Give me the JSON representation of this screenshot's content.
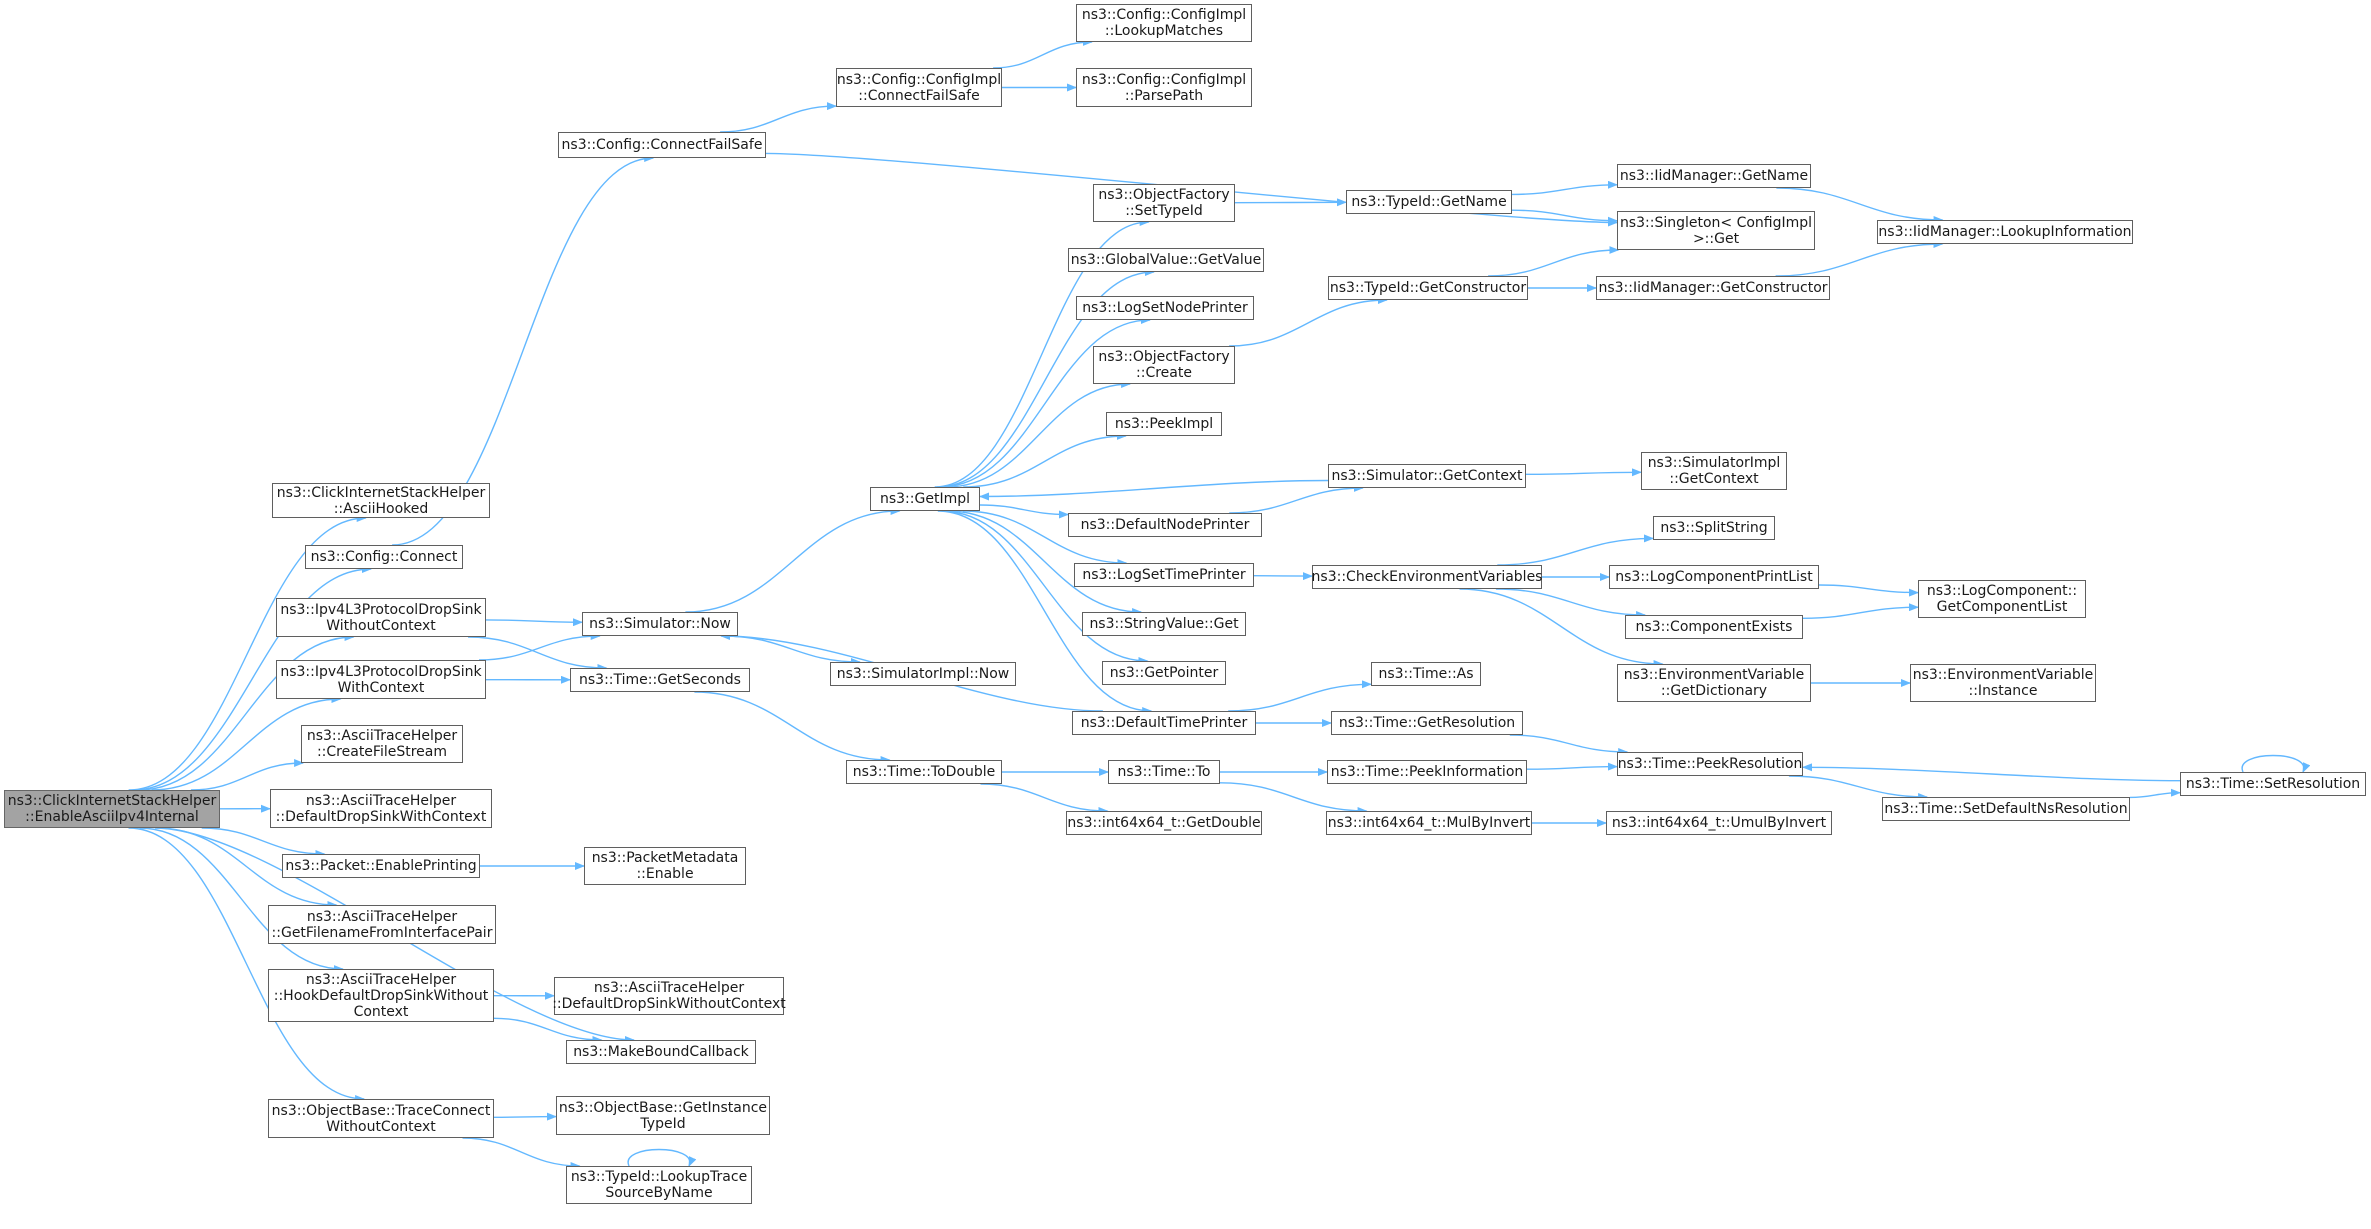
{
  "colors": {
    "edge": "#63b8ff",
    "node_border": "#5f5f5f",
    "root_fill": "#a3a3a3",
    "background": "#ffffff"
  },
  "nodes": {
    "root": {
      "lines": [
        "ns3::ClickInternetStackHelper",
        "::EnableAsciiIpv4Internal"
      ]
    },
    "asciiHooked": {
      "lines": [
        "ns3::ClickInternetStackHelper",
        "::AsciiHooked"
      ]
    },
    "configConnect": {
      "lines": [
        "ns3::Config::Connect"
      ]
    },
    "ipv4DropWithout": {
      "lines": [
        "ns3::Ipv4L3ProtocolDropSink",
        "WithoutContext"
      ]
    },
    "ipv4DropWith": {
      "lines": [
        "ns3::Ipv4L3ProtocolDropSink",
        "WithContext"
      ]
    },
    "createFileStream": {
      "lines": [
        "ns3::AsciiTraceHelper",
        "::CreateFileStream"
      ]
    },
    "defaultDropWith": {
      "lines": [
        "ns3::AsciiTraceHelper",
        "::DefaultDropSinkWithContext"
      ]
    },
    "enablePrinting": {
      "lines": [
        "ns3::Packet::EnablePrinting"
      ]
    },
    "getFilename": {
      "lines": [
        "ns3::AsciiTraceHelper",
        "::GetFilenameFromInterfacePair"
      ]
    },
    "hookDefault": {
      "lines": [
        "ns3::AsciiTraceHelper",
        "::HookDefaultDropSinkWithout",
        "Context"
      ]
    },
    "traceConnect": {
      "lines": [
        "ns3::ObjectBase::TraceConnect",
        "WithoutContext"
      ]
    },
    "connectFailSafe": {
      "lines": [
        "ns3::Config::ConnectFailSafe"
      ]
    },
    "simNow": {
      "lines": [
        "ns3::Simulator::Now"
      ]
    },
    "getSeconds": {
      "lines": [
        "ns3::Time::GetSeconds"
      ]
    },
    "metadataEnable": {
      "lines": [
        "ns3::PacketMetadata",
        "::Enable"
      ]
    },
    "defaultDropWithout": {
      "lines": [
        "ns3::AsciiTraceHelper",
        "::DefaultDropSinkWithoutContext"
      ]
    },
    "makeBound": {
      "lines": [
        "ns3::MakeBoundCallback"
      ]
    },
    "getInstanceTypeId": {
      "lines": [
        "ns3::ObjectBase::GetInstance",
        "TypeId"
      ]
    },
    "lookupTrace": {
      "lines": [
        "ns3::TypeId::LookupTrace",
        "SourceByName"
      ]
    },
    "implConnectFailSafe": {
      "lines": [
        "ns3::Config::ConfigImpl",
        "::ConnectFailSafe"
      ]
    },
    "getImpl": {
      "lines": [
        "ns3::GetImpl"
      ]
    },
    "simImplNow": {
      "lines": [
        "ns3::SimulatorImpl::Now"
      ]
    },
    "toDouble": {
      "lines": [
        "ns3::Time::ToDouble"
      ]
    },
    "lookupMatches": {
      "lines": [
        "ns3::Config::ConfigImpl",
        "::LookupMatches"
      ]
    },
    "parsePath": {
      "lines": [
        "ns3::Config::ConfigImpl",
        "::ParsePath"
      ]
    },
    "setTypeId": {
      "lines": [
        "ns3::ObjectFactory",
        "::SetTypeId"
      ]
    },
    "globalGetValue": {
      "lines": [
        "ns3::GlobalValue::GetValue"
      ]
    },
    "logSetNodePrinter": {
      "lines": [
        "ns3::LogSetNodePrinter"
      ]
    },
    "ofCreate": {
      "lines": [
        "ns3::ObjectFactory",
        "::Create"
      ]
    },
    "peekImpl": {
      "lines": [
        "ns3::PeekImpl"
      ]
    },
    "defaultNodePrinter": {
      "lines": [
        "ns3::DefaultNodePrinter"
      ]
    },
    "logSetTimePrinter": {
      "lines": [
        "ns3::LogSetTimePrinter"
      ]
    },
    "stringValueGet": {
      "lines": [
        "ns3::StringValue::Get"
      ]
    },
    "getPointer": {
      "lines": [
        "ns3::GetPointer"
      ]
    },
    "defaultTimePrinter": {
      "lines": [
        "ns3::DefaultTimePrinter"
      ]
    },
    "timeTo": {
      "lines": [
        "ns3::Time::To"
      ]
    },
    "getDouble": {
      "lines": [
        "ns3::int64x64_t::GetDouble"
      ]
    },
    "typeIdGetName": {
      "lines": [
        "ns3::TypeId::GetName"
      ]
    },
    "typeIdGetConstructor": {
      "lines": [
        "ns3::TypeId::GetConstructor"
      ]
    },
    "simGetContext": {
      "lines": [
        "ns3::Simulator::GetContext"
      ]
    },
    "checkEnv": {
      "lines": [
        "ns3::CheckEnvironmentVariables"
      ]
    },
    "timeAs": {
      "lines": [
        "ns3::Time::As"
      ]
    },
    "getResolution": {
      "lines": [
        "ns3::Time::GetResolution"
      ]
    },
    "peekInformation": {
      "lines": [
        "ns3::Time::PeekInformation"
      ]
    },
    "mulByInvert": {
      "lines": [
        "ns3::int64x64_t::MulByInvert"
      ]
    },
    "iidGetName": {
      "lines": [
        "ns3::IidManager::GetName"
      ]
    },
    "singletonGet": {
      "lines": [
        "ns3::Singleton< ConfigImpl",
        " >::Get"
      ]
    },
    "iidGetConstructor": {
      "lines": [
        "ns3::IidManager::GetConstructor"
      ]
    },
    "simImplGetContext": {
      "lines": [
        "ns3::SimulatorImpl",
        "::GetContext"
      ]
    },
    "splitString": {
      "lines": [
        "ns3::SplitString"
      ]
    },
    "logComponentPrintList": {
      "lines": [
        "ns3::LogComponentPrintList"
      ]
    },
    "componentExists": {
      "lines": [
        "ns3::ComponentExists"
      ]
    },
    "envGetDictionary": {
      "lines": [
        "ns3::EnvironmentVariable",
        "::GetDictionary"
      ]
    },
    "peekResolution": {
      "lines": [
        "ns3::Time::PeekResolution"
      ]
    },
    "umulByInvert": {
      "lines": [
        "ns3::int64x64_t::UmulByInvert"
      ]
    },
    "lookupInformation": {
      "lines": [
        "ns3::IidManager::LookupInformation"
      ]
    },
    "getComponentList": {
      "lines": [
        "ns3::LogComponent::",
        "GetComponentList"
      ]
    },
    "envInstance": {
      "lines": [
        "ns3::EnvironmentVariable",
        "::Instance"
      ]
    },
    "setDefaultNsResolution": {
      "lines": [
        "ns3::Time::SetDefaultNsResolution"
      ]
    },
    "setResolution": {
      "lines": [
        "ns3::Time::SetResolution"
      ]
    }
  },
  "edges": [
    [
      "root",
      "asciiHooked"
    ],
    [
      "root",
      "configConnect"
    ],
    [
      "root",
      "ipv4DropWithout"
    ],
    [
      "root",
      "ipv4DropWith"
    ],
    [
      "root",
      "createFileStream"
    ],
    [
      "root",
      "defaultDropWith"
    ],
    [
      "root",
      "enablePrinting"
    ],
    [
      "root",
      "getFilename"
    ],
    [
      "root",
      "hookDefault"
    ],
    [
      "root",
      "makeBound"
    ],
    [
      "root",
      "traceConnect"
    ],
    [
      "configConnect",
      "connectFailSafe"
    ],
    [
      "connectFailSafe",
      "implConnectFailSafe"
    ],
    [
      "connectFailSafe",
      "singletonGet"
    ],
    [
      "implConnectFailSafe",
      "lookupMatches"
    ],
    [
      "implConnectFailSafe",
      "parsePath"
    ],
    [
      "ipv4DropWithout",
      "simNow"
    ],
    [
      "ipv4DropWithout",
      "getSeconds"
    ],
    [
      "ipv4DropWith",
      "simNow"
    ],
    [
      "ipv4DropWith",
      "getSeconds"
    ],
    [
      "simNow",
      "getImpl"
    ],
    [
      "simNow",
      "simImplNow"
    ],
    [
      "getSeconds",
      "toDouble"
    ],
    [
      "toDouble",
      "timeTo"
    ],
    [
      "toDouble",
      "getDouble"
    ],
    [
      "timeTo",
      "peekInformation"
    ],
    [
      "timeTo",
      "mulByInvert"
    ],
    [
      "peekInformation",
      "peekResolution"
    ],
    [
      "mulByInvert",
      "umulByInvert"
    ],
    [
      "enablePrinting",
      "metadataEnable"
    ],
    [
      "hookDefault",
      "defaultDropWithout"
    ],
    [
      "hookDefault",
      "makeBound"
    ],
    [
      "traceConnect",
      "getInstanceTypeId"
    ],
    [
      "traceConnect",
      "lookupTrace"
    ],
    [
      "lookupTrace",
      "lookupTrace"
    ],
    [
      "getImpl",
      "setTypeId"
    ],
    [
      "getImpl",
      "globalGetValue"
    ],
    [
      "getImpl",
      "logSetNodePrinter"
    ],
    [
      "getImpl",
      "ofCreate"
    ],
    [
      "getImpl",
      "peekImpl"
    ],
    [
      "getImpl",
      "defaultNodePrinter"
    ],
    [
      "getImpl",
      "logSetTimePrinter"
    ],
    [
      "getImpl",
      "stringValueGet"
    ],
    [
      "getImpl",
      "getPointer"
    ],
    [
      "getImpl",
      "defaultTimePrinter"
    ],
    [
      "setTypeId",
      "typeIdGetName"
    ],
    [
      "typeIdGetName",
      "iidGetName"
    ],
    [
      "typeIdGetName",
      "singletonGet"
    ],
    [
      "iidGetName",
      "lookupInformation"
    ],
    [
      "ofCreate",
      "typeIdGetConstructor"
    ],
    [
      "typeIdGetConstructor",
      "singletonGet"
    ],
    [
      "typeIdGetConstructor",
      "iidGetConstructor"
    ],
    [
      "iidGetConstructor",
      "lookupInformation"
    ],
    [
      "defaultNodePrinter",
      "simGetContext"
    ],
    [
      "simGetContext",
      "getImpl"
    ],
    [
      "simGetContext",
      "simImplGetContext"
    ],
    [
      "logSetTimePrinter",
      "checkEnv"
    ],
    [
      "checkEnv",
      "splitString"
    ],
    [
      "checkEnv",
      "logComponentPrintList"
    ],
    [
      "checkEnv",
      "componentExists"
    ],
    [
      "checkEnv",
      "envGetDictionary"
    ],
    [
      "logComponentPrintList",
      "getComponentList"
    ],
    [
      "componentExists",
      "getComponentList"
    ],
    [
      "envGetDictionary",
      "envInstance"
    ],
    [
      "defaultTimePrinter",
      "simNow"
    ],
    [
      "defaultTimePrinter",
      "timeAs"
    ],
    [
      "defaultTimePrinter",
      "getResolution"
    ],
    [
      "getResolution",
      "peekResolution"
    ],
    [
      "peekResolution",
      "setDefaultNsResolution"
    ],
    [
      "setDefaultNsResolution",
      "setResolution"
    ],
    [
      "setResolution",
      "peekResolution"
    ],
    [
      "setResolution",
      "setResolution"
    ]
  ]
}
